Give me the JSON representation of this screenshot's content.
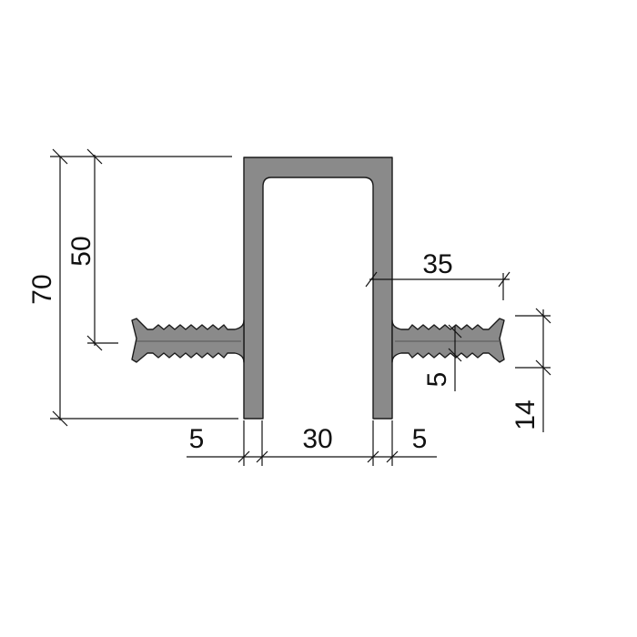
{
  "dimensions": {
    "total_height": "70",
    "upper_height": "50",
    "flange_length": "35",
    "wall_left": "5",
    "inner_width": "30",
    "wall_right": "5",
    "rib_thickness": "5",
    "rib_height": "14"
  },
  "colors": {
    "profile_fill": "#8a8a8a",
    "outline": "#1a1a1a",
    "background": "#ffffff"
  }
}
